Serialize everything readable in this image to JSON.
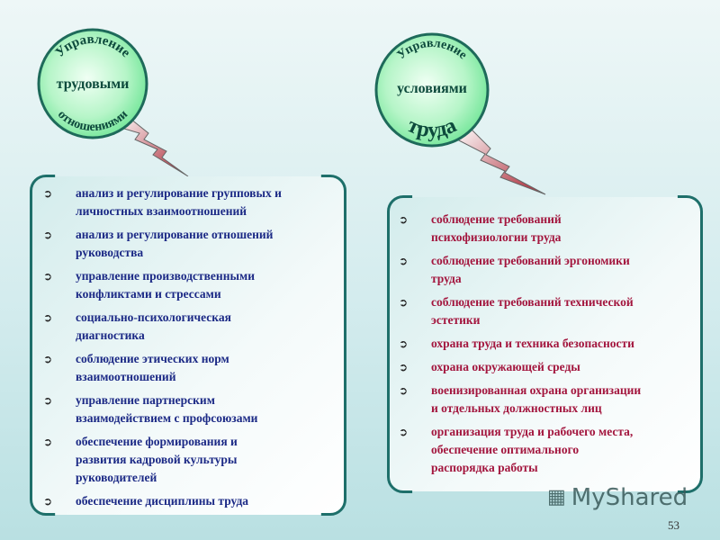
{
  "left_bubble": {
    "top": "Управление",
    "middle": "трудовыми",
    "bottom": "отношениями"
  },
  "right_bubble": {
    "top": "Управление",
    "middle": "условиями",
    "bottom": "труда"
  },
  "left_list": [
    {
      "lines": [
        "анализ и регулирование групповых и",
        "личностных взаимоотношений"
      ]
    },
    {
      "lines": [
        "анализ и регулирование отношений",
        "руководства"
      ]
    },
    {
      "lines": [
        "управление производственными",
        "конфликтами и стрессами"
      ]
    },
    {
      "lines": [
        "социально-психологическая",
        "диагностика"
      ]
    },
    {
      "lines": [
        "соблюдение этических норм",
        "взаимоотношений"
      ]
    },
    {
      "lines": [
        "управление партнерским",
        "взаимодействием с профсоюзами"
      ]
    },
    {
      "lines": [
        "обеспечение формирования и",
        "развития кадровой культуры",
        "руководителей"
      ]
    },
    {
      "lines": [
        "обеспечение дисциплины труда"
      ]
    }
  ],
  "right_list": [
    {
      "lines": [
        "соблюдение требований",
        "психофизиологии труда"
      ]
    },
    {
      "lines": [
        "соблюдение требований эргономики",
        "труда"
      ]
    },
    {
      "lines": [
        "соблюдение требований технической",
        "эстетики"
      ]
    },
    {
      "lines": [
        "охрана труда и техника безопасности"
      ]
    },
    {
      "lines": [
        "охрана окружающей среды"
      ]
    },
    {
      "lines": [
        "военизированная охрана организации",
        "и отдельных должностных лиц"
      ]
    },
    {
      "lines": [
        "организация труда и рабочего места,",
        "обеспечение оптимального",
        "распорядка работы"
      ]
    }
  ],
  "bullet_icon": "➲",
  "watermark": "MyShared",
  "page_number": "53",
  "colors": {
    "left_text": "#1c2a86",
    "right_text": "#a3163e",
    "bubble": "#9ef0b8",
    "bubble_text": "#0d4a3c",
    "frame": "#1e6f6a"
  }
}
